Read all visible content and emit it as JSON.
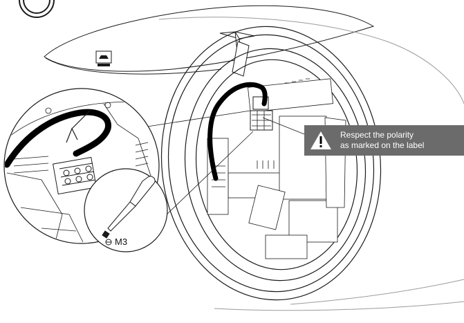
{
  "callout": {
    "line1": "Respect the polarity",
    "line2": "as marked on the label",
    "icon": "warning-triangle-icon",
    "background": "#6b6b6b",
    "text_color": "#ffffff"
  },
  "tool": {
    "size_label": "M3",
    "icon": "slotted-screwdriver-icon"
  },
  "colors": {
    "line": "#1a1a1a",
    "cable": "#000000"
  }
}
